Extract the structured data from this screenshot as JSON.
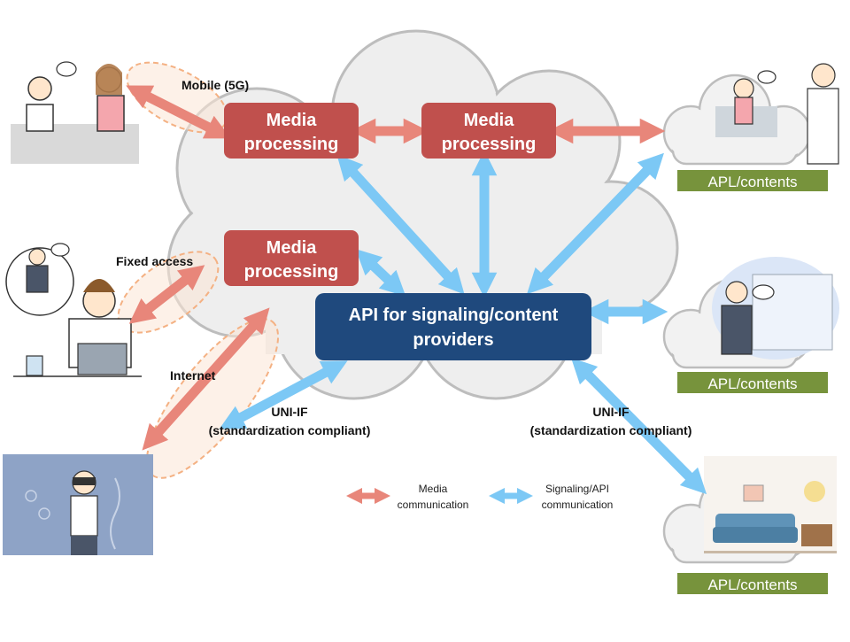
{
  "labels": {
    "mobile": "Mobile (5G)",
    "fixed": "Fixed access",
    "internet": "Internet",
    "uni_if_left_1": "UNI-IF",
    "uni_if_left_2": "(standardization compliant)",
    "uni_if_right_1": "UNI-IF",
    "uni_if_right_2": "(standardization compliant)"
  },
  "boxes": {
    "media_1": [
      "Media",
      "processing"
    ],
    "media_2": [
      "Media",
      "processing"
    ],
    "media_3": [
      "Media",
      "processing"
    ],
    "api": [
      "API for signaling/content",
      "providers"
    ]
  },
  "apl": {
    "top": "APL/contents",
    "middle": "APL/contents",
    "bottom": "APL/contents"
  },
  "legend": {
    "media": [
      "Media",
      "communication"
    ],
    "signaling": [
      "Signaling/API",
      "communication"
    ]
  },
  "colors": {
    "cloud_fill": "#eeeeee",
    "cloud_stroke": "#bdbdbd",
    "media_box": "#c0504d",
    "api_box": "#1f497d",
    "apl_box": "#77933c",
    "media_arrow": "#e8867a",
    "signal_arrow": "#7cc8f5",
    "access_ellipse_fill": "#fbe5d6",
    "access_ellipse_stroke": "#f4b183"
  }
}
